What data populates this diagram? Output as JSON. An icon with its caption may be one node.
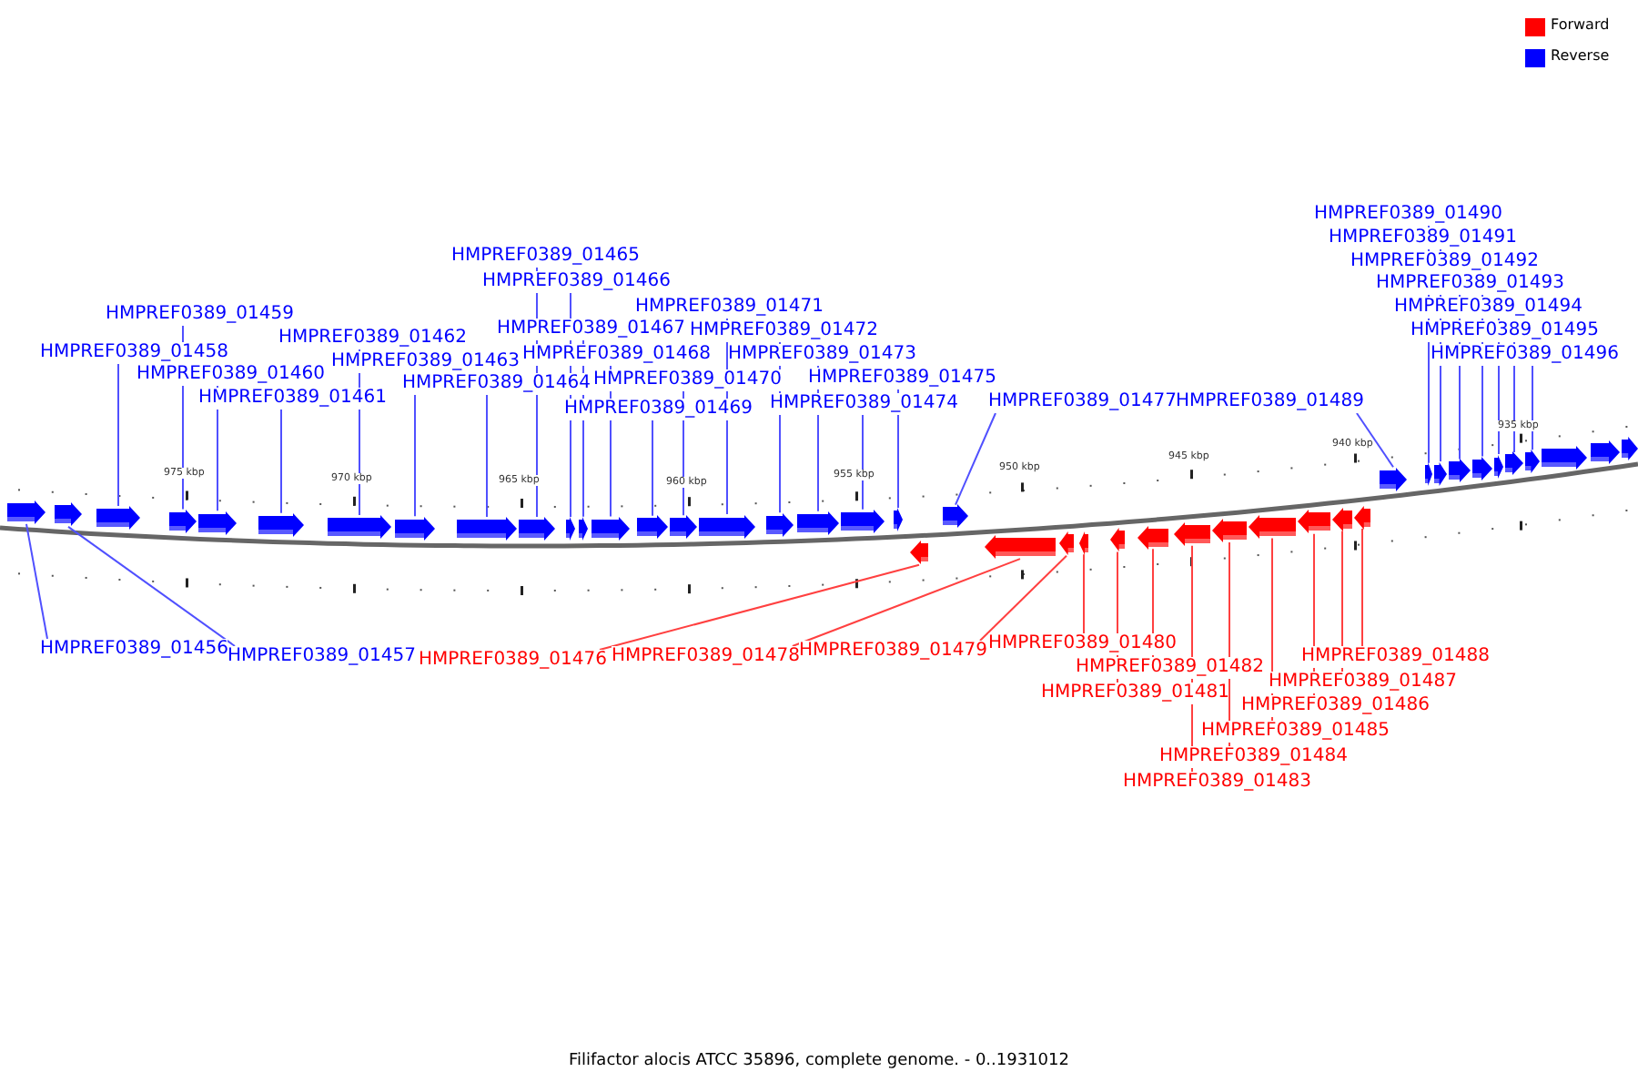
{
  "diagram": {
    "caption": "Filifactor alocis ATCC 35896, complete genome. - 0..1931012",
    "nodes": [
      {
        "text": [
          "HMPREF0389_01456"
        ]
      },
      {
        "text": [
          "HMPREF0389_01457"
        ]
      },
      {
        "text": [
          "HMPREF0389_01458"
        ]
      },
      {
        "text": [
          "HMPREF0389_01459"
        ]
      },
      {
        "text": [
          "HMPREF0389_01460"
        ]
      },
      {
        "text": [
          "HMPREF0389_01461"
        ]
      },
      {
        "text": [
          "HMPREF0389_01462"
        ]
      },
      {
        "text": [
          "HMPREF0389_01463"
        ]
      },
      {
        "text": [
          "HMPREF0389_01464"
        ]
      },
      {
        "text": [
          "HMPREF0389_01465"
        ]
      },
      {
        "text": [
          "HMPREF0389_01466"
        ]
      },
      {
        "text": [
          "HMPREF0389_01467"
        ]
      },
      {
        "text": [
          "HMPREF0389_01468"
        ]
      },
      {
        "text": [
          "HMPREF0389_01469"
        ]
      },
      {
        "text": [
          "HMPREF0389_01470"
        ]
      },
      {
        "text": [
          "HMPREF0389_01471"
        ]
      },
      {
        "text": [
          "HMPREF0389_01472"
        ]
      },
      {
        "text": [
          "HMPREF0389_01473"
        ]
      },
      {
        "text": [
          "HMPREF0389_01474"
        ]
      },
      {
        "text": [
          "HMPREF0389_01475"
        ]
      },
      {
        "text": [
          "HMPREF0389_01476"
        ]
      },
      {
        "text": [
          "HMPREF0389_01477"
        ]
      },
      {
        "text": [
          "HMPREF0389_01478"
        ]
      },
      {
        "text": [
          "HMPREF0389_01479"
        ]
      },
      {
        "text": [
          "HMPREF0389_01480"
        ]
      },
      {
        "text": [
          "HMPREF0389_01481"
        ]
      },
      {
        "text": [
          "HMPREF0389_01482"
        ]
      },
      {
        "text": [
          "HMPREF0389_01483"
        ]
      },
      {
        "text": [
          "HMPREF0389_01484"
        ]
      },
      {
        "text": [
          "HMPREF0389_01485"
        ]
      },
      {
        "text": [
          "HMPREF0389_01486"
        ]
      },
      {
        "text": [
          "HMPREF0389_01487"
        ]
      },
      {
        "text": [
          "HMPREF0389_01488"
        ]
      },
      {
        "text": [
          "HMPREF0389_01489"
        ]
      },
      {
        "text": [
          "HMPREF0389_01490"
        ]
      },
      {
        "text": [
          "HMPREF0389_01491"
        ]
      },
      {
        "text": [
          "HMPREF0389_01492"
        ]
      },
      {
        "text": [
          "HMPREF0389_01493"
        ]
      },
      {
        "text": [
          "HMPREF0389_01494"
        ]
      },
      {
        "text": [
          "HMPREF0389_01495"
        ]
      },
      {
        "text": [
          "HMPREF0389_01496"
        ]
      },
      {
        "text": [],
        "shape": "arrow"
      },
      {
        "text": [],
        "shape": "arrow"
      },
      {
        "text": [],
        "shape": "arrow"
      },
      {
        "text": [],
        "shape": "arrow"
      },
      {
        "text": [],
        "shape": "arrow"
      },
      {
        "text": [],
        "shape": "arrow"
      },
      {
        "text": [],
        "shape": "arrow"
      },
      {
        "text": [],
        "shape": "arrow"
      },
      {
        "text": [],
        "shape": "arrow"
      },
      {
        "text": [],
        "shape": "arrow"
      },
      {
        "text": [],
        "shape": "arrow"
      },
      {
        "text": [],
        "shape": "arrow"
      },
      {
        "text": [],
        "shape": "arrow"
      },
      {
        "text": [],
        "shape": "arrow"
      },
      {
        "text": [],
        "shape": "arrow"
      },
      {
        "text": [],
        "shape": "arrow"
      },
      {
        "text": [],
        "shape": "arrow"
      },
      {
        "text": [],
        "shape": "arrow"
      },
      {
        "text": [],
        "shape": "arrow"
      },
      {
        "text": [],
        "shape": "arrow"
      },
      {
        "text": [],
        "shape": "arrow"
      },
      {
        "text": [],
        "shape": "arrow"
      },
      {
        "text": [],
        "shape": "arrow"
      },
      {
        "text": [],
        "shape": "arrow"
      },
      {
        "text": [],
        "shape": "arrow"
      },
      {
        "text": [],
        "shape": "arrow"
      },
      {
        "text": [],
        "shape": "arrow"
      },
      {
        "text": [],
        "shape": "arrow"
      },
      {
        "text": [],
        "shape": "arrow"
      },
      {
        "text": [],
        "shape": "arrow"
      },
      {
        "text": [],
        "shape": "arrow"
      },
      {
        "text": [],
        "shape": "arrow"
      },
      {
        "text": [],
        "shape": "arrow"
      },
      {
        "text": [],
        "shape": "arrow"
      },
      {
        "text": [],
        "shape": "arrow"
      },
      {
        "text": [],
        "shape": "arrow"
      },
      {
        "text": [],
        "shape": "arrow"
      },
      {
        "text": [],
        "shape": "arrow"
      },
      {
        "text": [],
        "shape": "arrow"
      },
      {
        "text": [],
        "shape": "arrow"
      },
      {
        "text": [],
        "shape": "arrow"
      },
      {
        "text": [],
        "shape": "arrow"
      },
      {
        "text": [],
        "shape": "arrow"
      },
      {
        "text": [],
        "shape": "arrow"
      }
    ],
    "edges": [
      {
        "from": 0,
        "to": 41,
        "arrow": "none"
      },
      {
        "from": 1,
        "to": 42,
        "arrow": "none"
      },
      {
        "from": 2,
        "to": 43,
        "arrow": "none"
      },
      {
        "from": 3,
        "to": 44,
        "arrow": "none"
      },
      {
        "from": 4,
        "to": 45,
        "arrow": "none"
      },
      {
        "from": 5,
        "to": 46,
        "arrow": "none"
      },
      {
        "from": 6,
        "to": 47,
        "arrow": "none"
      },
      {
        "from": 7,
        "to": 48,
        "arrow": "none"
      },
      {
        "from": 8,
        "to": 49,
        "arrow": "none"
      },
      {
        "from": 9,
        "to": 50,
        "arrow": "none"
      },
      {
        "from": 10,
        "to": 51,
        "arrow": "none"
      },
      {
        "from": 11,
        "to": 52,
        "arrow": "none"
      },
      {
        "from": 12,
        "to": 53,
        "arrow": "none"
      },
      {
        "from": 13,
        "to": 54,
        "arrow": "none"
      },
      {
        "from": 14,
        "to": 55,
        "arrow": "none"
      },
      {
        "from": 15,
        "to": 56,
        "arrow": "none"
      },
      {
        "from": 16,
        "to": 57,
        "arrow": "none"
      },
      {
        "from": 17,
        "to": 58,
        "arrow": "none"
      },
      {
        "from": 18,
        "to": 59,
        "arrow": "none"
      },
      {
        "from": 19,
        "to": 60,
        "arrow": "none"
      },
      {
        "from": 20,
        "to": 73,
        "arrow": "none",
        "color": "#ff4040"
      },
      {
        "from": 21,
        "to": 61,
        "arrow": "none"
      },
      {
        "from": 22,
        "to": 74,
        "arrow": "none",
        "color": "#ff4040"
      },
      {
        "from": 23,
        "to": 75,
        "arrow": "none",
        "color": "#ff4040"
      },
      {
        "from": 24,
        "to": 76,
        "arrow": "none",
        "color": "#ff4040"
      },
      {
        "from": 25,
        "to": 77,
        "arrow": "none",
        "color": "#ff4040"
      },
      {
        "from": 26,
        "to": 78,
        "arrow": "none",
        "color": "#ff4040"
      },
      {
        "from": 27,
        "to": 79,
        "arrow": "none",
        "color": "#ff4040"
      },
      {
        "from": 28,
        "to": 80,
        "arrow": "none",
        "color": "#ff4040"
      },
      {
        "from": 29,
        "to": 81,
        "arrow": "none",
        "color": "#ff4040"
      },
      {
        "from": 30,
        "to": 82,
        "arrow": "none",
        "color": "#ff4040"
      },
      {
        "from": 31,
        "to": 83,
        "arrow": "none",
        "color": "#ff4040"
      },
      {
        "from": 32,
        "to": 84,
        "arrow": "none",
        "color": "#ff4040"
      },
      {
        "from": 33,
        "to": 62,
        "arrow": "none"
      },
      {
        "from": 34,
        "to": 63,
        "arrow": "none"
      },
      {
        "from": 35,
        "to": 64,
        "arrow": "none"
      },
      {
        "from": 36,
        "to": 65,
        "arrow": "none"
      },
      {
        "from": 37,
        "to": 66,
        "arrow": "none"
      },
      {
        "from": 38,
        "to": 67,
        "arrow": "none"
      },
      {
        "from": 39,
        "to": 68,
        "arrow": "none"
      },
      {
        "from": 40,
        "to": 69,
        "arrow": "none"
      }
    ],
    "labels": [
      "975 kbp",
      "970 kbp",
      "965 kbp",
      "960 kbp",
      "955 kbp",
      "950 kbp",
      "945 kbp",
      "940 kbp",
      "935 kbp"
    ],
    "legend": [
      {
        "text": "Forward",
        "color": "#ff0000"
      },
      {
        "text": "Reverse",
        "color": "#0000ff"
      }
    ]
  }
}
